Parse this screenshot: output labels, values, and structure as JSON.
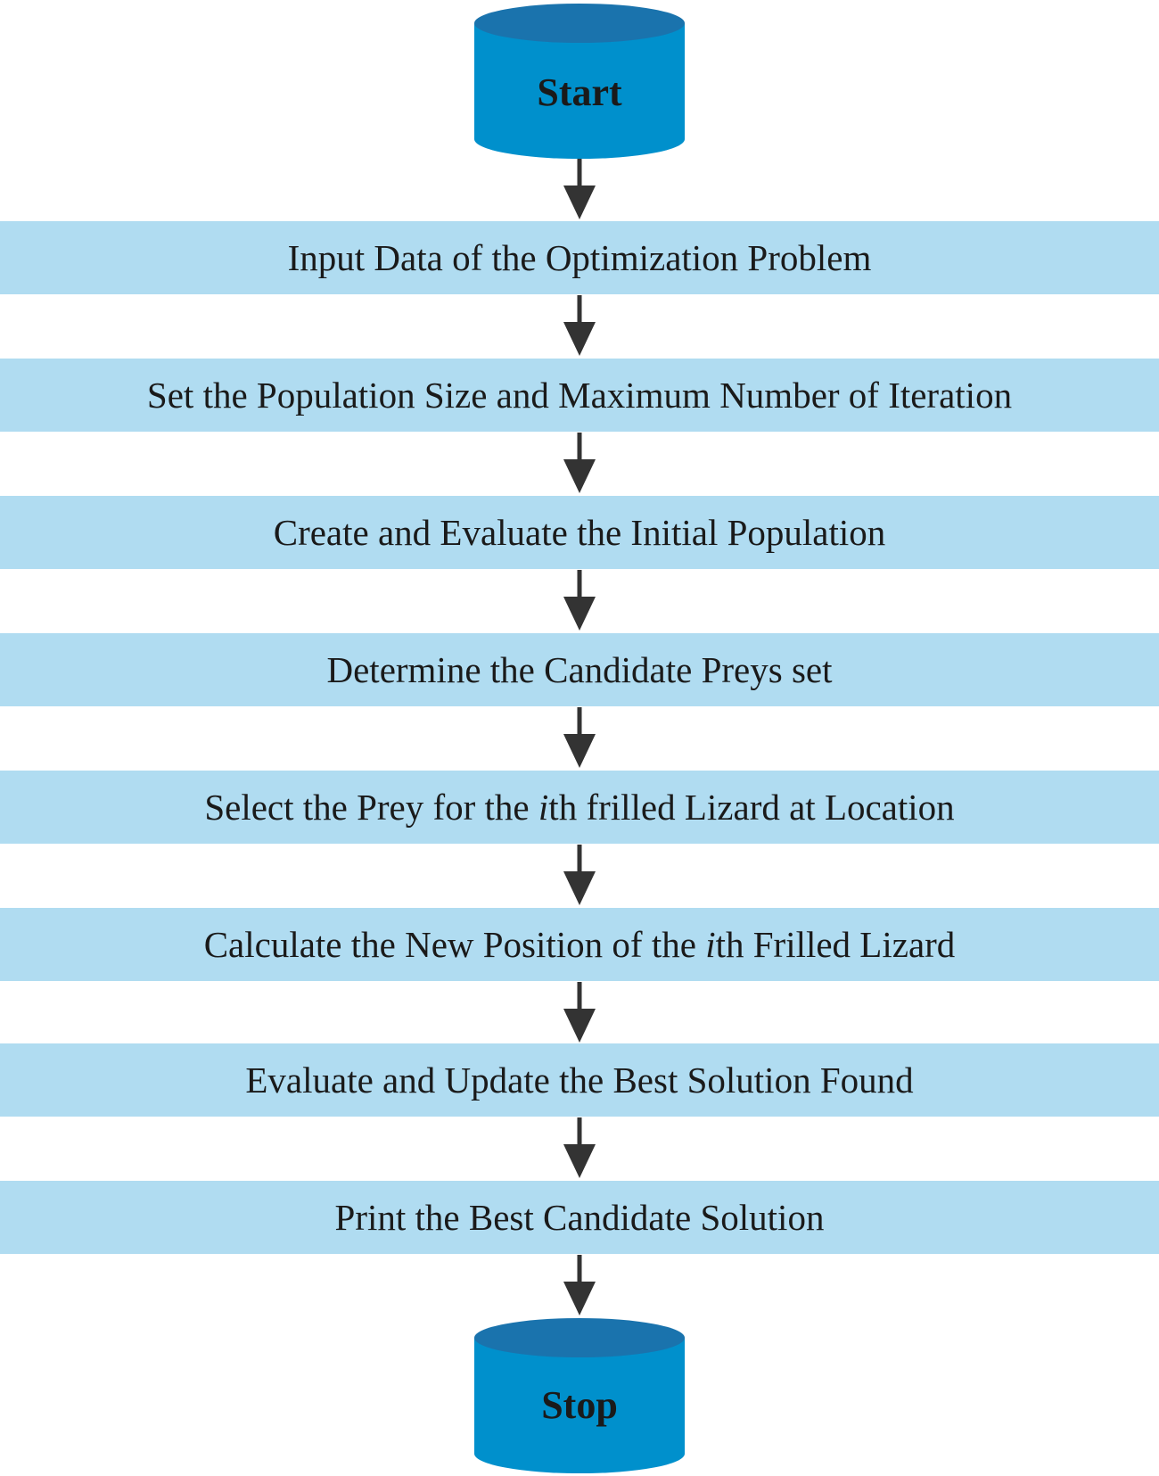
{
  "colors": {
    "terminal_fill": "#0090cc",
    "terminal_top": "#1a73ad",
    "step_fill": "#b0dcf1",
    "arrow": "#333333",
    "text": "#1a1a1a"
  },
  "start": {
    "label": "Start"
  },
  "steps": [
    {
      "label": "Input Data of the Optimization Problem"
    },
    {
      "label": "Set the Population Size and Maximum Number of Iteration"
    },
    {
      "label": "Create and Evaluate the Initial Population"
    },
    {
      "label": "Determine the Candidate Preys set"
    },
    {
      "label_before": "Select the Prey for the ",
      "label_italic": "i",
      "label_after": "th frilled Lizard at Location"
    },
    {
      "label_before": "Calculate the New Position of the ",
      "label_italic": "i",
      "label_after": "th Frilled Lizard"
    },
    {
      "label": "Evaluate and Update the Best Solution Found"
    },
    {
      "label": "Print the Best Candidate Solution"
    }
  ],
  "stop": {
    "label": "Stop"
  }
}
